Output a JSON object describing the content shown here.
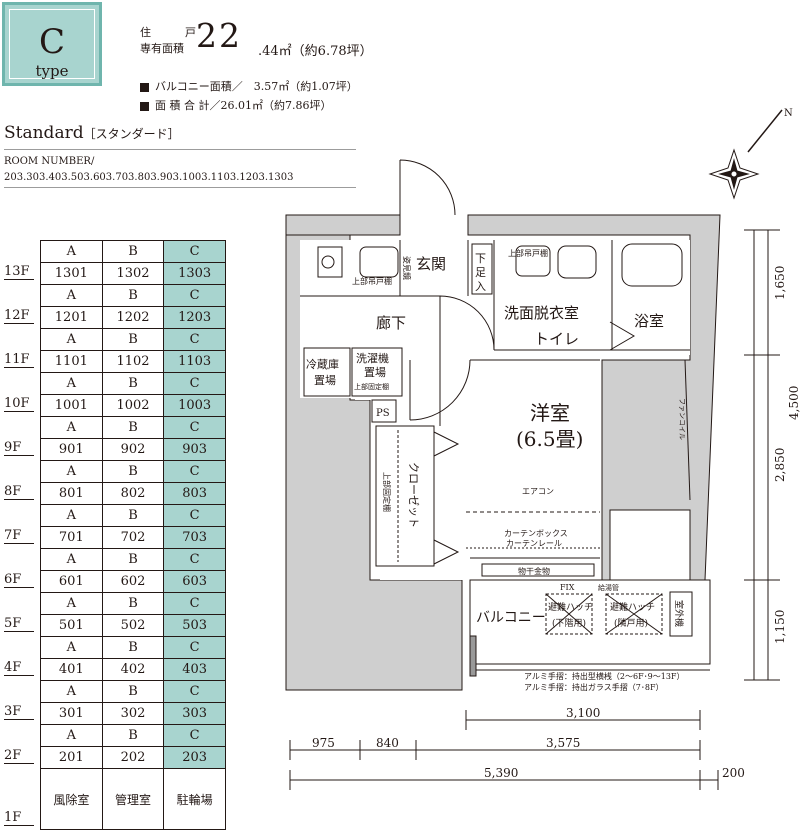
{
  "type_badge": {
    "letter": "C",
    "word": "type",
    "bg": "#a8d4cf",
    "border": "#6fb5ad"
  },
  "area": {
    "label_line1": "住　戸",
    "label_line2": "専有面積",
    "big": "22",
    "rest": ".44㎡（約6.78坪）",
    "balcony": "バルコニー面積／　3.57㎡（約1.07坪）",
    "total": "面 積 合 計／26.01㎡（約7.86坪）"
  },
  "standard": {
    "title": "Standard",
    "sub": "［スタンダード］"
  },
  "room_numbers": {
    "label": "ROOM NUMBER/",
    "list": "203.303.403.503.603.703.803.903.1003.1103.1203.1303"
  },
  "unit_table": {
    "floors": [
      {
        "floor": "13F",
        "units": [
          "1301",
          "1302",
          "1303"
        ]
      },
      {
        "floor": "12F",
        "units": [
          "1201",
          "1202",
          "1203"
        ]
      },
      {
        "floor": "11F",
        "units": [
          "1101",
          "1102",
          "1103"
        ]
      },
      {
        "floor": "10F",
        "units": [
          "1001",
          "1002",
          "1003"
        ]
      },
      {
        "floor": "9F",
        "units": [
          "901",
          "902",
          "903"
        ]
      },
      {
        "floor": "8F",
        "units": [
          "801",
          "802",
          "803"
        ]
      },
      {
        "floor": "7F",
        "units": [
          "701",
          "702",
          "703"
        ]
      },
      {
        "floor": "6F",
        "units": [
          "601",
          "602",
          "603"
        ]
      },
      {
        "floor": "5F",
        "units": [
          "501",
          "502",
          "503"
        ]
      },
      {
        "floor": "4F",
        "units": [
          "401",
          "402",
          "403"
        ]
      },
      {
        "floor": "3F",
        "units": [
          "301",
          "302",
          "303"
        ]
      },
      {
        "floor": "2F",
        "units": [
          "201",
          "202",
          "203"
        ]
      }
    ],
    "col_headers": [
      "A",
      "B",
      "C"
    ],
    "ground": {
      "floor": "1F",
      "cells": [
        "風除室",
        "管理室",
        "駐輪場"
      ]
    }
  },
  "plan": {
    "rooms": {
      "entrance": "玄関",
      "shoe_cabinet": "下足入",
      "corridor": "廊下",
      "washroom_l1": "洗面脱衣室",
      "washroom_l2": "トイレ",
      "bath": "浴室",
      "western_l1": "洋室",
      "western_l2": "(6.5畳)",
      "closet": "クローゼット",
      "fridge_l1": "冷蔵庫",
      "fridge_l2": "置場",
      "washer_l1": "洗濯機",
      "washer_l2": "置場",
      "ps": "PS",
      "balcony": "バルコニー",
      "outdoor_unit": "室外機"
    },
    "notes": {
      "mirror": "姿見鏡",
      "upper_cabinet": "上部吊戸棚",
      "upper_cabinet2": "上部吊戸棚",
      "upper_fixed_shelf": "上部固定棚",
      "upper_fixed_shelf2": "上部固定棚",
      "aircon": "エアコン",
      "curtain_box": "カーテンボックス",
      "curtain_rail": "カーテンレール",
      "hanger": "物干金物",
      "fix": "FIX",
      "service_pipe": "給湯管",
      "hatch1_l1": "避難ハッチ",
      "hatch1_l2": "(下階用)",
      "hatch2_l1": "避難ハッチ",
      "hatch2_l2": "(隣戸用)",
      "fan": "ファンコイル",
      "rail1": "アルミ手摺：持出型横桟（2〜6F･9〜13F）",
      "rail2": "アルミ手摺：持出ガラス手摺（7･8F）",
      "north": "N"
    },
    "dims": {
      "d1650": "1,650",
      "d4500": "4,500",
      "d2850": "2,850",
      "d1150": "1,150",
      "d3100": "3,100",
      "d975": "975",
      "d840": "840",
      "d3575": "3,575",
      "d5390": "5,390",
      "d200": "200"
    }
  }
}
